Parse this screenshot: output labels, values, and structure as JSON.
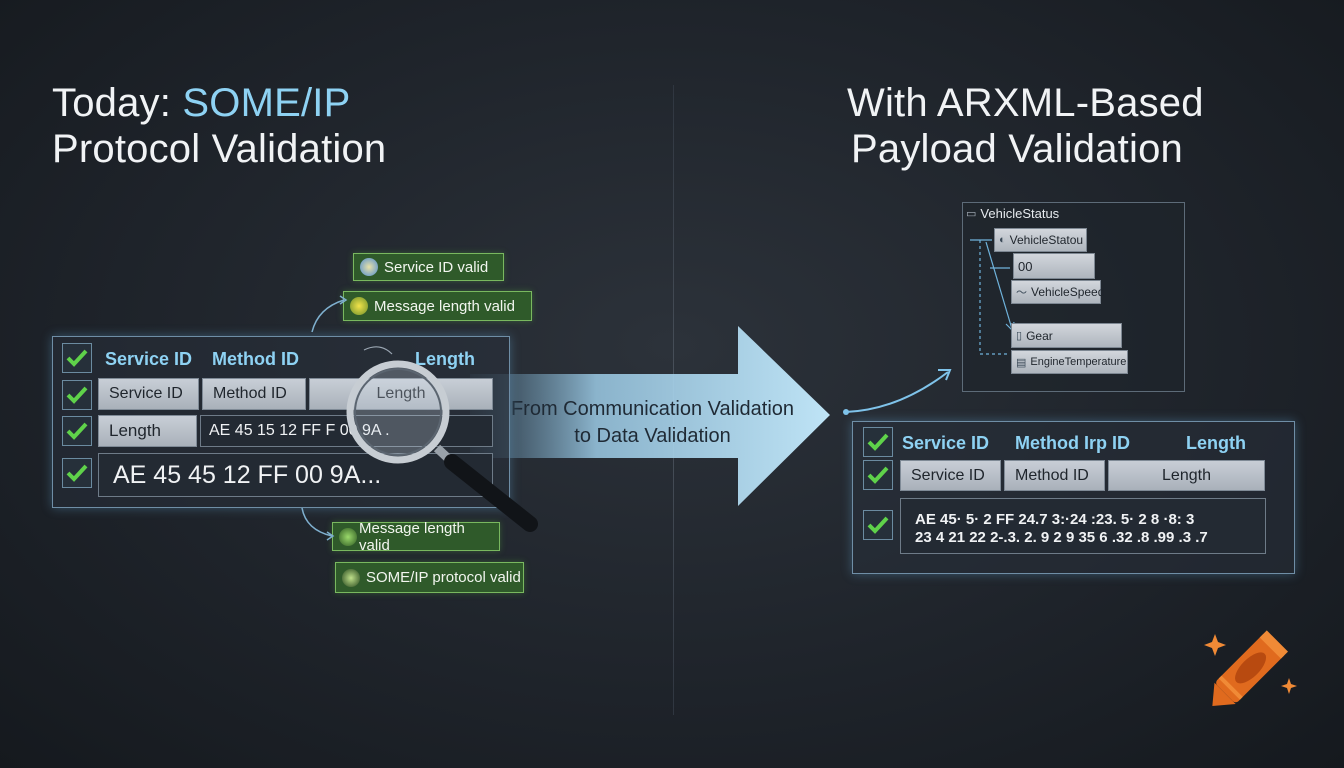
{
  "left_title": {
    "prefix": "Today: ",
    "highlight": "SOME/IP",
    "line2": "Protocol Validation"
  },
  "right_title": {
    "line1": "With ARXML-Based",
    "line2": "Payload Validation"
  },
  "arrow": {
    "line1": "From Communication Validation",
    "line2": "to Data Validation"
  },
  "left_panel": {
    "header": {
      "service_id": "Service ID",
      "method_id": "Method ID",
      "length": "Length"
    },
    "row2": {
      "service_id": "Service ID",
      "method_id": "Method ID",
      "length": "Length"
    },
    "row3": {
      "length": "Length",
      "bytes": "AE  45  15  12  FF  F  00  9A  ."
    },
    "row4": {
      "bytes": "AE  45  45  12  FF  00  9A..."
    }
  },
  "left_badges": {
    "service_id_valid": "Service ID valid",
    "message_length_valid_top": "Message length valid",
    "message_length_valid_bottom": "Message length valid",
    "someip_protocol_valid": "SOME/IP protocol valid"
  },
  "tree": {
    "root": "VehicleStatus",
    "nodes": [
      "VehicleStatou",
      "00",
      "VehicleSpeed",
      "Gear",
      "EngineTemperature"
    ]
  },
  "right_panel": {
    "header": {
      "service_id": "Service ID",
      "method_id": "Method Irp ID",
      "length": "Length"
    },
    "row2": {
      "service_id": "Service ID",
      "method_id": "Method ID",
      "length": "Length"
    },
    "bytes_line1": "AE  45· 5· 2  FF  24.7  3:·24 :23. 5· 2  8  ·8: 3",
    "bytes_line2": "23  4  21  22  2-.3. 2. 9  2 9  35 6 .32 .8  .99 .3  .7"
  },
  "colors": {
    "accent": "#8ed2f3",
    "check": "#5fd24a",
    "badge_bg": "#2f5a2a",
    "arrow": "#b6ddf2"
  }
}
